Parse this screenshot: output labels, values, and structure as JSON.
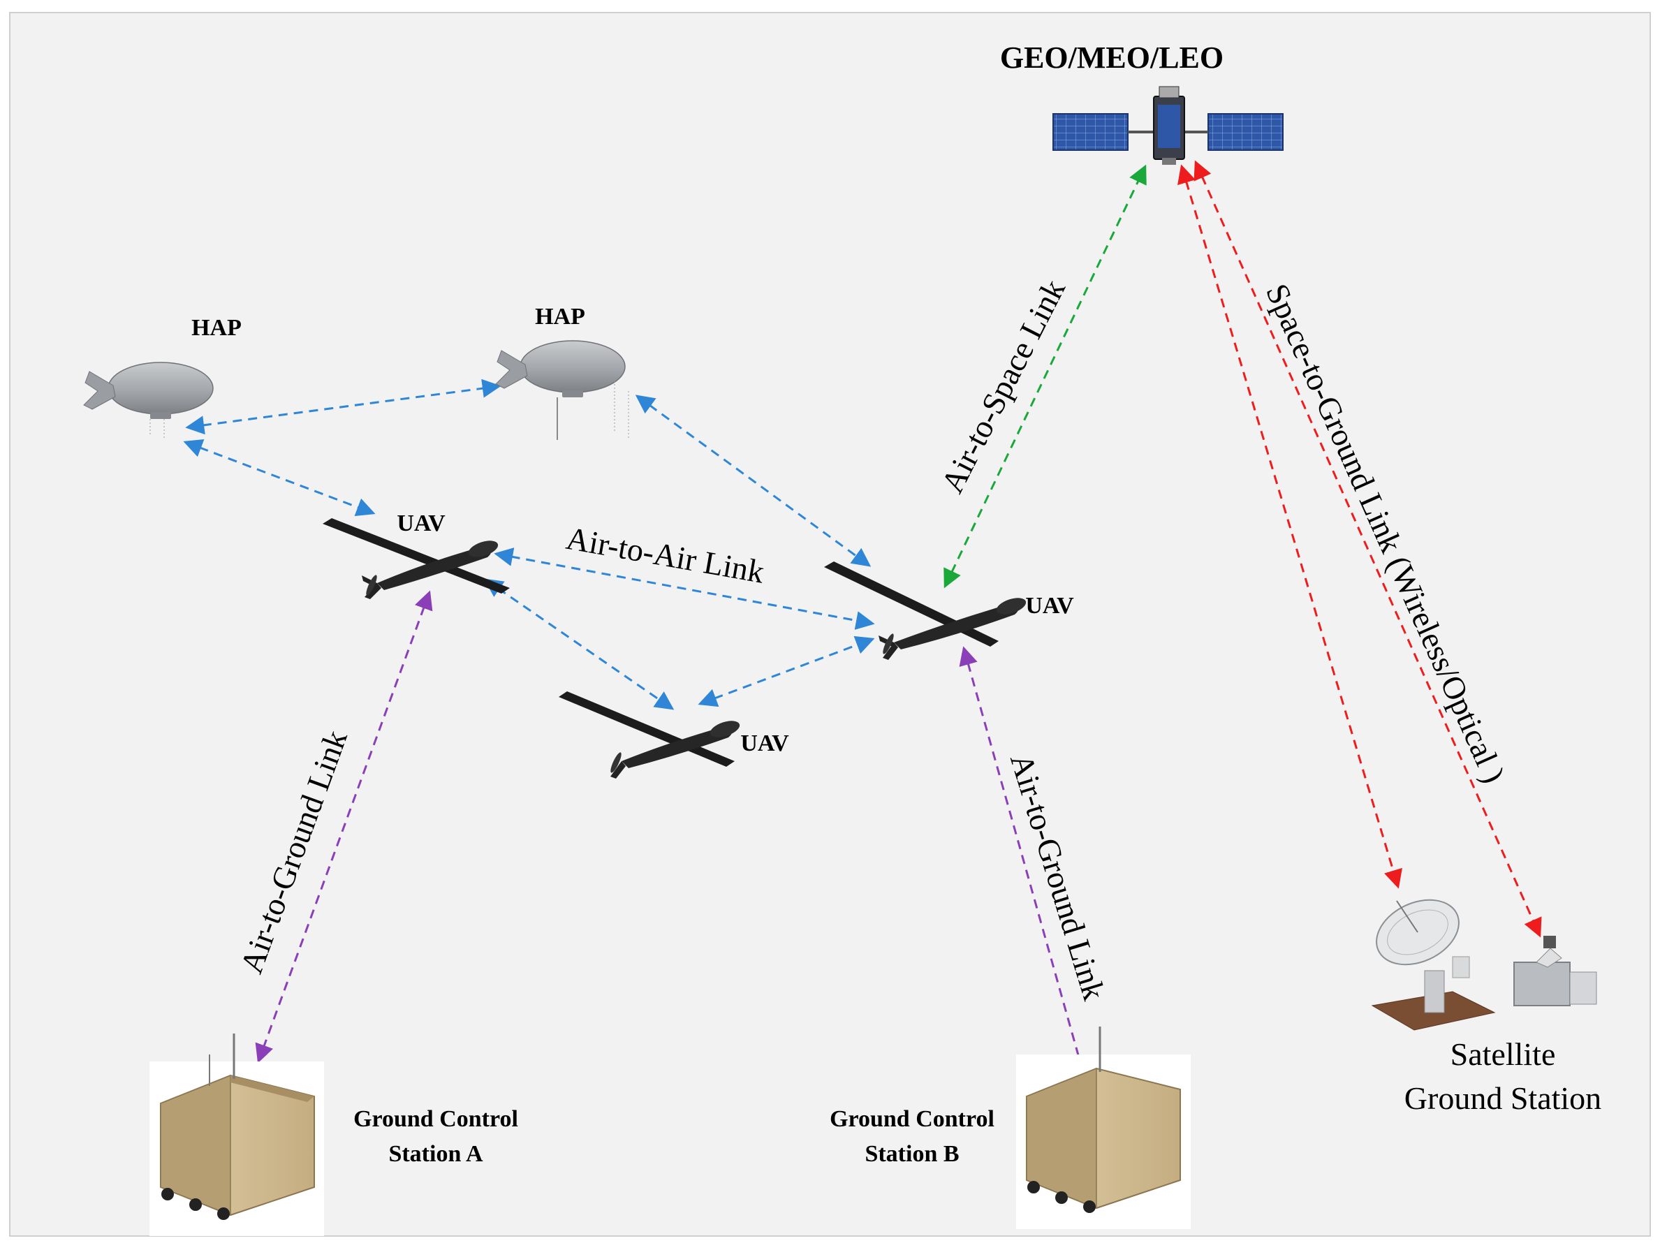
{
  "colors": {
    "blue_link": "#2f86d6",
    "green_link": "#1aa83a",
    "red_link": "#ee1c1c",
    "purple_link": "#8a3fb8",
    "panel_bg": "#f2f2f2",
    "panel_border": "#cfcfcf",
    "uav_body": "#1c1c1c",
    "hap_body": "#a9abae",
    "gcs_body": "#c9b388",
    "satellite_panel": "#2b4f9a"
  },
  "nodes": {
    "satellite": {
      "label": "GEO/MEO/LEO",
      "icon": "satellite-icon"
    },
    "hap_1": {
      "label": "HAP",
      "icon": "airship-icon"
    },
    "hap_2": {
      "label": "HAP",
      "icon": "airship-icon"
    },
    "uav_1": {
      "label": "UAV",
      "icon": "drone-icon"
    },
    "uav_2": {
      "label": "UAV",
      "icon": "drone-icon"
    },
    "uav_3": {
      "label": "UAV",
      "icon": "drone-icon"
    },
    "gcs_a": {
      "label_line1": "Ground Control",
      "label_line2": "Station A",
      "icon": "ground-station-shelter-icon"
    },
    "gcs_b": {
      "label_line1": "Ground Control",
      "label_line2": "Station B",
      "icon": "ground-station-shelter-icon"
    },
    "sat_ground": {
      "label_line1": "Satellite",
      "label_line2": "Ground Station",
      "icons": [
        "dish-antenna-icon",
        "optical-terminal-icon"
      ]
    }
  },
  "links": {
    "air_to_air": "Air-to-Air Link",
    "air_to_space": "Air-to-Space Link",
    "space_to_ground": "Space-to-Ground Link (Wireless/Optical )",
    "air_to_ground_a": "Air-to-Ground Link",
    "air_to_ground_b": "Air-to-Ground Link"
  }
}
